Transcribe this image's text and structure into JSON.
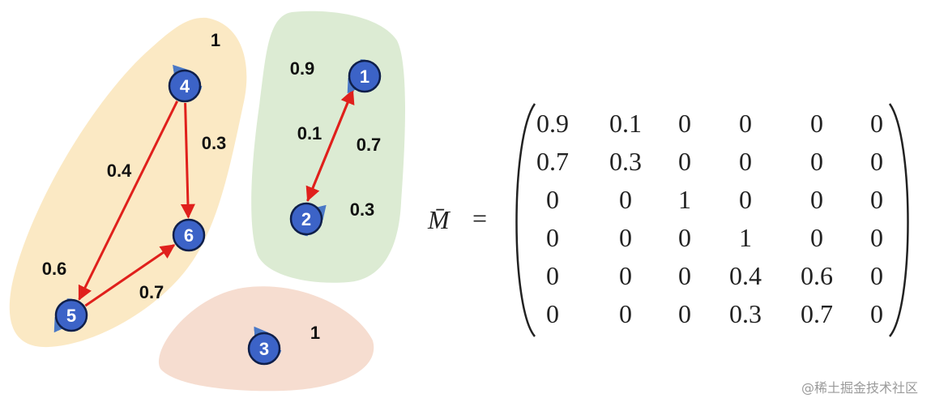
{
  "colors": {
    "region_yellow": "#fbe9c4",
    "region_green": "#dcebd3",
    "region_pink": "#f6ddd0",
    "node_fill": "#3c63c7",
    "node_stroke": "#0f1f4a",
    "edge_red": "#e0201c",
    "self_loop_blue": "#4a78c6"
  },
  "nodes": [
    {
      "id": "1",
      "label": "1"
    },
    {
      "id": "2",
      "label": "2"
    },
    {
      "id": "3",
      "label": "3"
    },
    {
      "id": "4",
      "label": "4"
    },
    {
      "id": "5",
      "label": "5"
    },
    {
      "id": "6",
      "label": "6"
    }
  ],
  "edges": [
    {
      "from": "4",
      "to": "5",
      "weight": "0.4"
    },
    {
      "from": "4",
      "to": "6",
      "weight": "0.3"
    },
    {
      "from": "5",
      "to": "6",
      "weight": "0.7"
    },
    {
      "from": "2",
      "to": "1",
      "weight": "0.1"
    },
    {
      "from": "1",
      "to": "2",
      "weight": "0.7"
    }
  ],
  "self_loops": [
    {
      "node": "4",
      "weight": "1"
    },
    {
      "node": "1",
      "weight": "0.9"
    },
    {
      "node": "2",
      "weight": "0.3"
    },
    {
      "node": "5",
      "weight": "0.6"
    },
    {
      "node": "3",
      "weight": "1"
    }
  ],
  "matrix": {
    "symbol": "M̄",
    "equals": "=",
    "rows": [
      [
        "0.9",
        "0.1",
        "0",
        "0",
        "0",
        "0"
      ],
      [
        "0.7",
        "0.3",
        "0",
        "0",
        "0",
        "0"
      ],
      [
        "0",
        "0",
        "1",
        "0",
        "0",
        "0"
      ],
      [
        "0",
        "0",
        "0",
        "1",
        "0",
        "0"
      ],
      [
        "0",
        "0",
        "0",
        "0.4",
        "0.6",
        "0"
      ],
      [
        "0",
        "0",
        "0",
        "0.3",
        "0.7",
        "0"
      ]
    ]
  },
  "watermark": "@稀土掘金技术社区"
}
